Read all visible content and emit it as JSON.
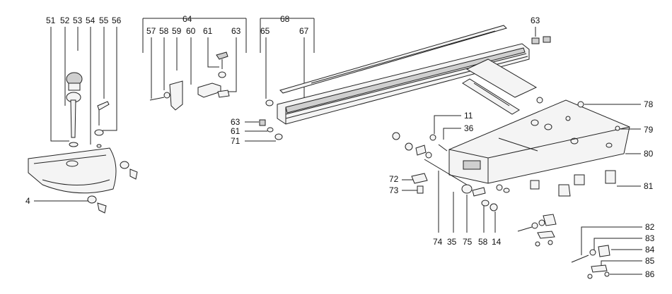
{
  "diagram": {
    "colors": {
      "ink": "#222222",
      "part_fill": "#f4f4f4",
      "shade": "#cfcfcf"
    },
    "callouts": {
      "c51": "51",
      "c52": "52",
      "c53": "53",
      "c54": "54",
      "c55": "55",
      "c56": "56",
      "c64": "64",
      "c57": "57",
      "c58a": "58",
      "c59": "59",
      "c60": "60",
      "c61a": "61",
      "c63a": "63",
      "c68": "68",
      "c65": "65",
      "c67": "67",
      "c63b": "63",
      "c63c": "63",
      "c61b": "61",
      "c71": "71",
      "c11": "11",
      "c36": "36",
      "c78": "78",
      "c79": "79",
      "c80": "80",
      "c81": "81",
      "c4": "4",
      "c72": "72",
      "c73": "73",
      "c74": "74",
      "c35": "35",
      "c75": "75",
      "c58b": "58",
      "c14": "14",
      "c82": "82",
      "c83": "83",
      "c84": "84",
      "c85": "85",
      "c86": "86"
    }
  }
}
